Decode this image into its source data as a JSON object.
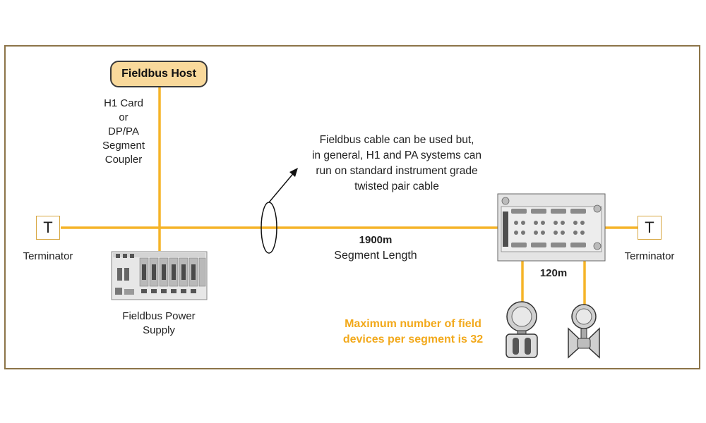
{
  "host": {
    "label": "Fieldbus Host"
  },
  "host_interface": {
    "lines": [
      "H1 Card",
      "or",
      "DP/PA",
      "Segment",
      "Coupler"
    ]
  },
  "terminator_left": {
    "symbol": "T",
    "label": "Terminator"
  },
  "terminator_right": {
    "symbol": "T",
    "label": "Terminator"
  },
  "cable_note": {
    "lines": [
      "Fieldbus cable can be used but,",
      "in general, H1 and PA systems can",
      "run on standard instrument grade",
      "twisted pair cable"
    ]
  },
  "segment": {
    "length": "1900m",
    "label": "Segment Length"
  },
  "power_supply": {
    "lines": [
      "Fieldbus Power",
      "Supply"
    ]
  },
  "spur": {
    "length": "120m"
  },
  "max_devices": {
    "lines": [
      "Maximum number of field",
      "devices per segment is 32"
    ]
  },
  "colors": {
    "bus": "#f5b428",
    "frame": "#8c7448",
    "host_fill": "#f9d99b",
    "highlight_text": "#f2a91c"
  }
}
